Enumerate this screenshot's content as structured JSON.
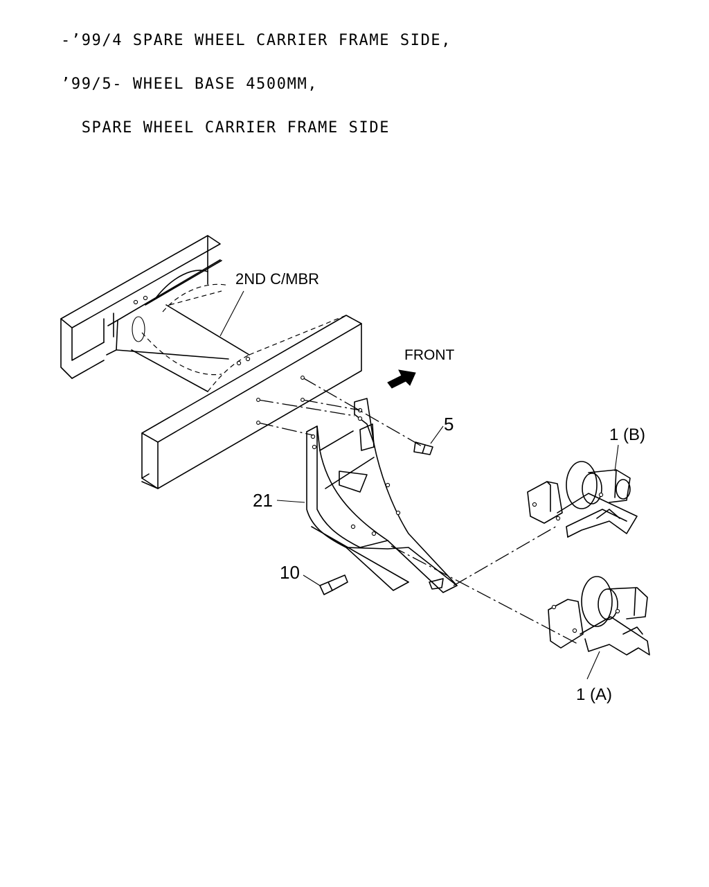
{
  "header": {
    "line1": "-’99/4 SPARE WHEEL CARRIER FRAME SIDE,",
    "line2": "’99/5- WHEEL BASE 4500MM,",
    "line3": "  SPARE WHEEL CARRIER FRAME SIDE"
  },
  "labels": {
    "cross_member": "2ND C/MBR",
    "front": "FRONT",
    "part_5": "5",
    "part_1b": "1 (B)",
    "part_21": "21",
    "part_10": "10",
    "part_1a": "1 (A)"
  }
}
